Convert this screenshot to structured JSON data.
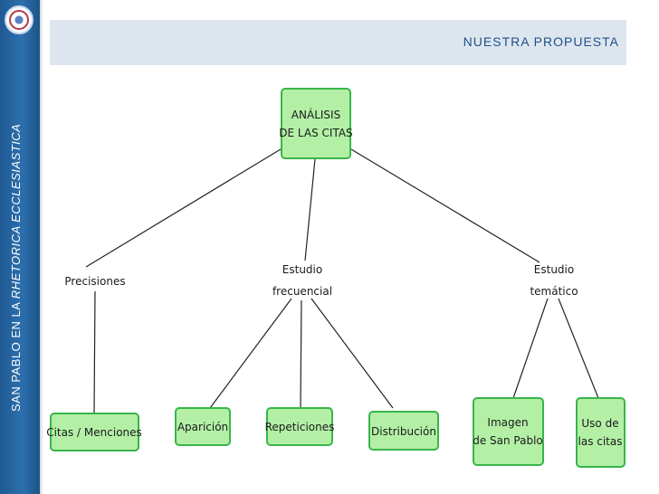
{
  "sidebar": {
    "title_prefix": "SAN PABLO EN LA ",
    "title_italic": "RHETORICA ECCLESIASTICA",
    "seal_icon": "university-seal-icon"
  },
  "header": {
    "title": "NUESTRA PROPUESTA",
    "background": "#dde6ef",
    "title_color": "#1f4f86"
  },
  "diagram": {
    "root": {
      "line1": "ANÁLISIS",
      "line2": "DE LAS CITAS"
    },
    "branches": {
      "precisiones": {
        "line1": "Precisiones"
      },
      "frecuencial": {
        "line1": "Estudio",
        "line2": "frecuencial"
      },
      "tematico": {
        "line1": "Estudio",
        "line2": "temático"
      }
    },
    "leaves": {
      "citas": {
        "line1": "Citas / Menciones"
      },
      "aparicion": {
        "line1": "Aparición"
      },
      "repeticiones": {
        "line1": "Repeticiones"
      },
      "distribucion": {
        "line1": "Distribución"
      },
      "imagen": {
        "line1": "Imagen",
        "line2": "de San Pablo"
      },
      "uso": {
        "line1": "Uso de",
        "line2": "las citas"
      }
    },
    "colors": {
      "box_fill": "#b3f0a6",
      "box_stroke": "#39b54a",
      "line": "#222222"
    }
  }
}
